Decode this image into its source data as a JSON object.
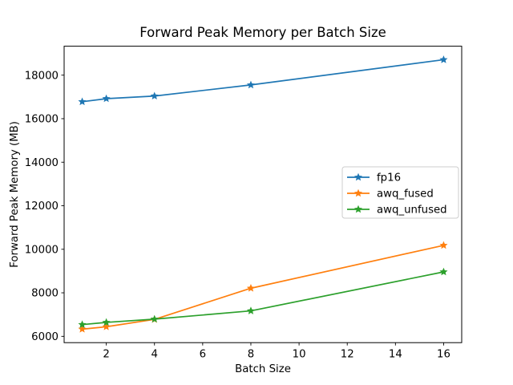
{
  "figure": {
    "background": "#ffffff",
    "spine_color": "#000000",
    "tick_color": "#000000",
    "text_color": "#000000",
    "legend_edge_color": "#cccccc",
    "legend_bg": "#ffffff"
  },
  "chart_data": {
    "type": "line",
    "title": "Forward Peak Memory per Batch Size",
    "xlabel": "Batch Size",
    "ylabel": "Forward Peak Memory (MB)",
    "x": [
      1,
      2,
      4,
      8,
      16
    ],
    "series": [
      {
        "name": "fp16",
        "color": "#1f77b4",
        "values": [
          16780,
          16920,
          17040,
          17550,
          18710
        ]
      },
      {
        "name": "awq_fused",
        "color": "#ff7f0e",
        "values": [
          6330,
          6440,
          6780,
          8210,
          10180
        ]
      },
      {
        "name": "awq_unfused",
        "color": "#2ca02c",
        "values": [
          6540,
          6640,
          6790,
          7170,
          8960
        ]
      }
    ],
    "xticks": [
      2,
      4,
      6,
      8,
      10,
      12,
      14,
      16
    ],
    "yticks": [
      6000,
      8000,
      10000,
      12000,
      14000,
      16000,
      18000
    ],
    "xlim": [
      0.25,
      16.75
    ],
    "ylim": [
      5710,
      19330
    ],
    "grid": false,
    "marker": "star",
    "legend": {
      "position": "center right"
    }
  }
}
